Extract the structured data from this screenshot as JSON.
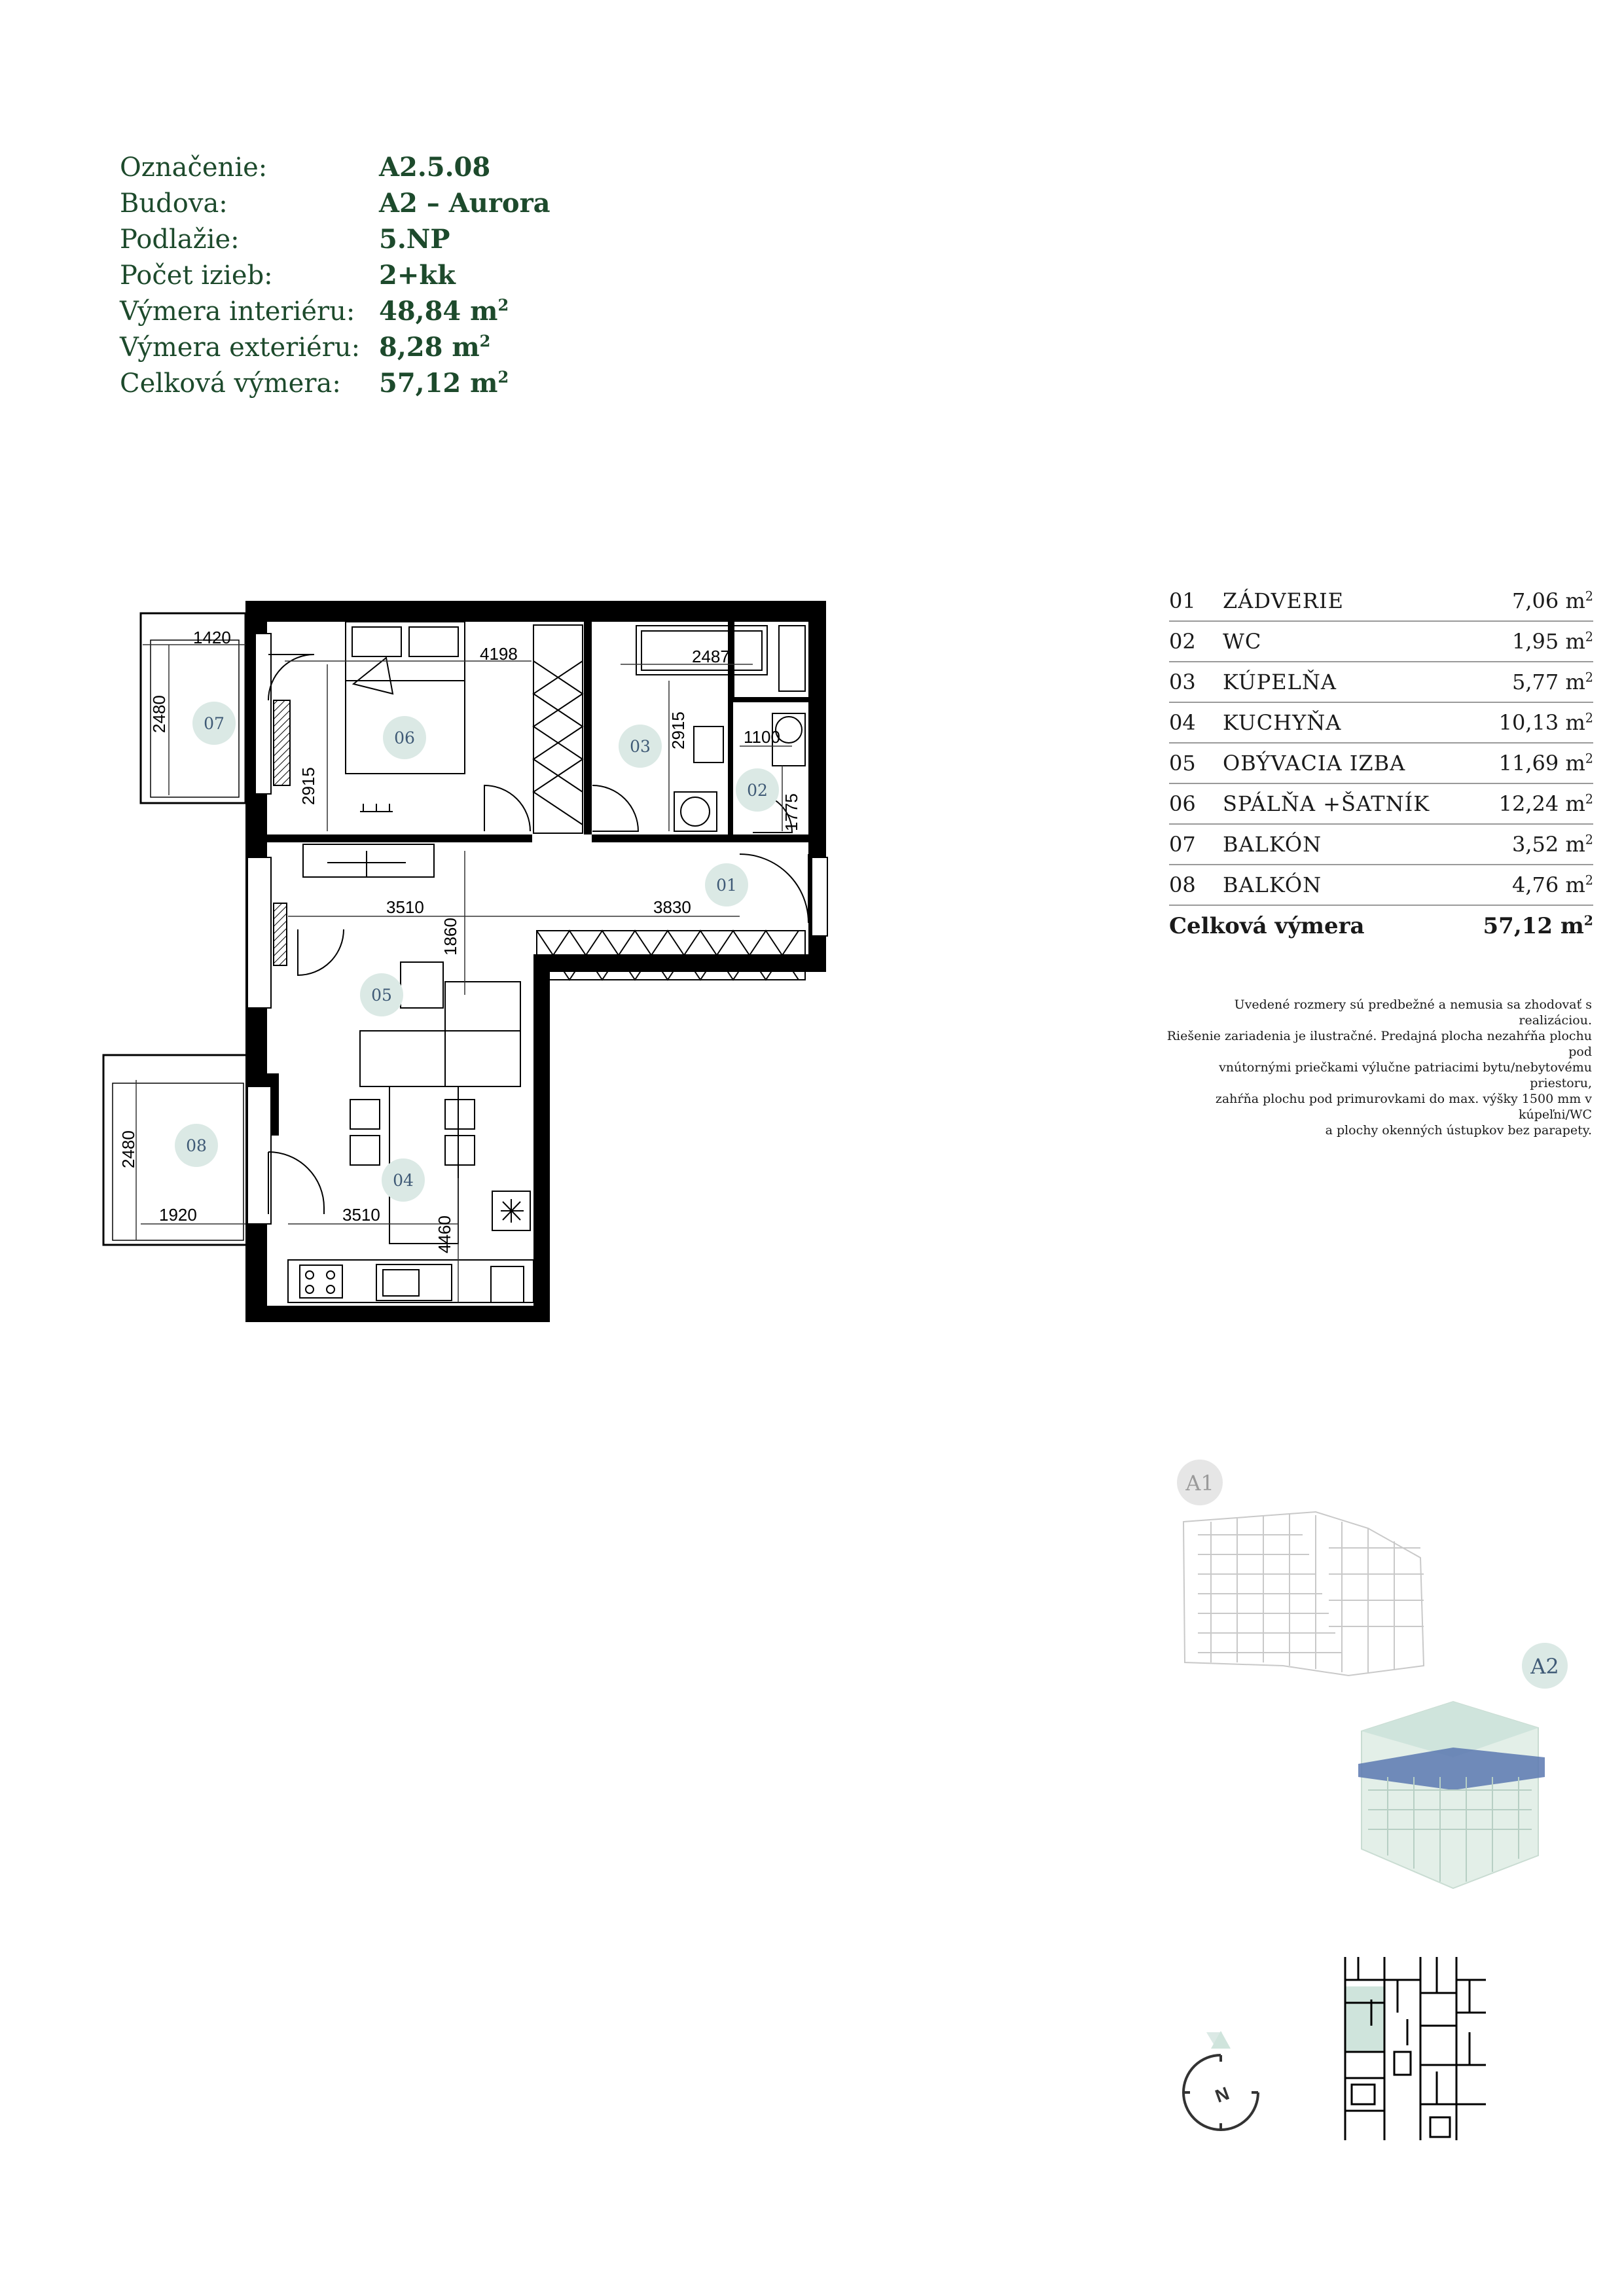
{
  "info": {
    "rows": [
      {
        "label": "Označenie:",
        "value": "A2.5.08",
        "unit": ""
      },
      {
        "label": "Budova:",
        "value": "A2 – Aurora",
        "unit": ""
      },
      {
        "label": "Podlažie:",
        "value": "5.NP",
        "unit": ""
      },
      {
        "label": "Počet izieb:",
        "value": "2+kk",
        "unit": ""
      },
      {
        "label": "Výmera interiéru:",
        "value": "48,84 m",
        "unit": "2"
      },
      {
        "label": "Výmera exteriéru:",
        "value": "8,28 m",
        "unit": "2"
      },
      {
        "label": "Celková výmera:",
        "value": "57,12 m",
        "unit": "2"
      }
    ]
  },
  "rooms": {
    "items": [
      {
        "num": "01",
        "name": "ZÁDVERIE",
        "area": "7,06 m",
        "unit": "2"
      },
      {
        "num": "02",
        "name": "WC",
        "area": "1,95 m",
        "unit": "2"
      },
      {
        "num": "03",
        "name": "KÚPELŇA",
        "area": "5,77 m",
        "unit": "2"
      },
      {
        "num": "04",
        "name": "KUCHYŇA",
        "area": "10,13 m",
        "unit": "2"
      },
      {
        "num": "05",
        "name": "OBÝVACIA IZBA",
        "area": "11,69 m",
        "unit": "2"
      },
      {
        "num": "06",
        "name": "SPÁLŇA +ŠATNÍK",
        "area": "12,24 m",
        "unit": "2"
      },
      {
        "num": "07",
        "name": "BALKÓN",
        "area": "3,52 m",
        "unit": "2"
      },
      {
        "num": "08",
        "name": "BALKÓN",
        "area": "4,76 m",
        "unit": "2"
      }
    ],
    "total_label": "Celková výmera",
    "total_value": "57,12 m",
    "total_unit": "2"
  },
  "note": {
    "lines": [
      "Uvedené rozmery sú predbežné a nemusia sa zhodovať s realizáciou.",
      "Riešenie zariadenia je ilustračné. Predajná plocha nezahŕňa plochu pod",
      "vnútornými priečkami výlučne patriacimi bytu/nebytovému priestoru,",
      "zahŕňa plochu pod primurovkami do max. výšky 1500 mm v kúpeľni/WC",
      "a plochy okenných ústupkov bez parapety."
    ]
  },
  "plan": {
    "dims": {
      "d1420": "1420",
      "d2480a": "2480",
      "d4198": "4198",
      "d2915a": "2915",
      "d2487": "2487",
      "d2915b": "2915",
      "d1100": "1100",
      "d1775": "1775",
      "d3510a": "3510",
      "d3830": "3830",
      "d1860": "1860",
      "d2480b": "2480",
      "d1920": "1920",
      "d3510b": "3510",
      "d4460": "4460"
    },
    "tags": [
      "01",
      "02",
      "03",
      "04",
      "05",
      "06",
      "07",
      "08"
    ]
  },
  "buildings": {
    "a1": "A1",
    "a2": "A2"
  },
  "compass": {
    "letter": "N"
  },
  "colors": {
    "green_text": "#1d4a2c",
    "tag_fill": "#dbe9e5",
    "tag_text": "#3f5a76",
    "highlight": "#5b78b0"
  }
}
